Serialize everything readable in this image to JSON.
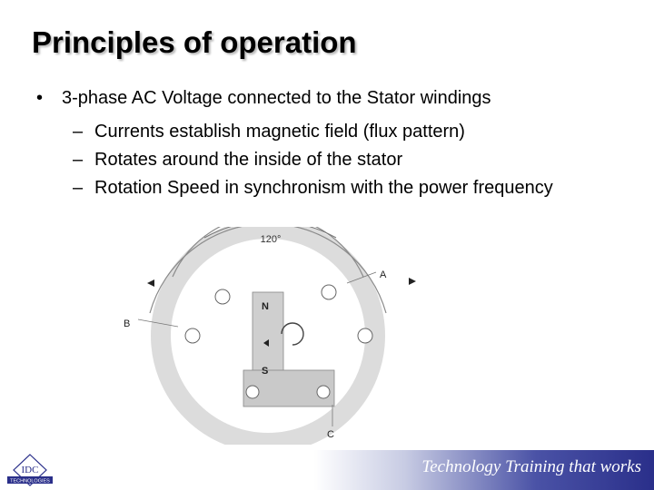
{
  "slide": {
    "title": "Principles of operation",
    "bullet": {
      "marker": "•",
      "text": "3-phase AC Voltage connected to the Stator windings",
      "sub_marker": "–",
      "sub_items": [
        "Currents establish magnetic field (flux pattern)",
        "Rotates around the inside of the stator",
        "Rotation Speed in synchronism with the power frequency"
      ]
    }
  },
  "diagram": {
    "angle_label": "120°",
    "phase_a": "A",
    "phase_b": "B",
    "phase_c": "C",
    "pole_north": "N",
    "pole_south": "S"
  },
  "footer": {
    "tagline": "Technology Training that works",
    "logo_text": "IDC",
    "logo_subtext": "TECHNOLOGIES",
    "colors": {
      "gradient_dark": "#2a2f8a",
      "gradient_light": "#c7cbe3"
    }
  }
}
